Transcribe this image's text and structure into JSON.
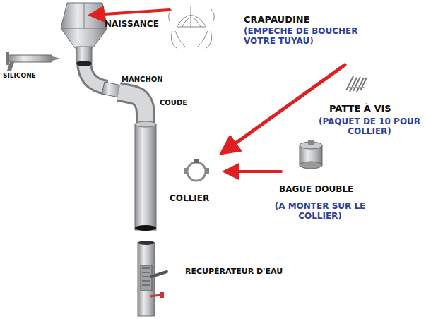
{
  "diagram": {
    "labels": [
      "NAISSANCE",
      "CRAPAUDINE",
      "(EMPECHE DE BOUCHER VOTRE TUYAU)",
      "SILICONE",
      "MANCHON",
      "COUDE",
      "PATTE À VIS",
      "(PAQUET DE 10 POUR COLLIER)",
      "COLLIER",
      "BAGUE DOUBLE",
      "(A MONTER SUR LE COLLIER)",
      "RÉCUPÉRATEUR D'EAU"
    ]
  }
}
